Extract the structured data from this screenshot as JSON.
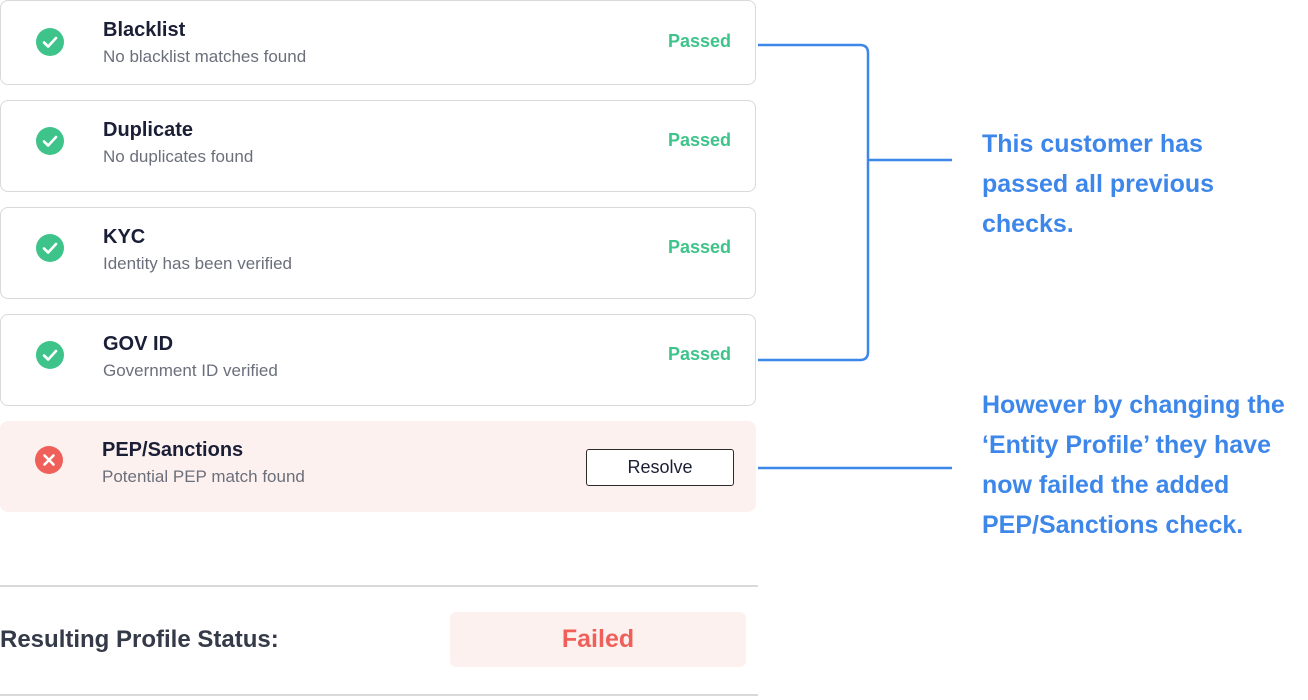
{
  "checks": [
    {
      "title": "Blacklist",
      "description": "No blacklist matches found",
      "result": "Passed",
      "status_icon": "check-circle-icon"
    },
    {
      "title": "Duplicate",
      "description": "No duplicates found",
      "result": "Passed",
      "status_icon": "check-circle-icon"
    },
    {
      "title": "KYC",
      "description": "Identity has been verified",
      "result": "Passed",
      "status_icon": "check-circle-icon"
    },
    {
      "title": "GOV ID",
      "description": "Government ID verified",
      "result": "Passed",
      "status_icon": "check-circle-icon"
    },
    {
      "title": "PEP/Sanctions",
      "description": "Potential PEP match found",
      "action_label": "Resolve",
      "status_icon": "x-circle-icon"
    }
  ],
  "profile_status": {
    "label": "Resulting Profile Status:",
    "value": "Failed"
  },
  "annotations": {
    "passed_note": "This customer has passed all previous checks.",
    "failed_note": "However by changing the ‘Entity Profile’ they have now failed the added PEP/Sanctions check."
  },
  "colors": {
    "passed": "#3ec48a",
    "failed": "#f0605a",
    "failed_background": "#fdf1ef",
    "annotation": "#3e87ea",
    "title_text": "#1a1f36"
  }
}
